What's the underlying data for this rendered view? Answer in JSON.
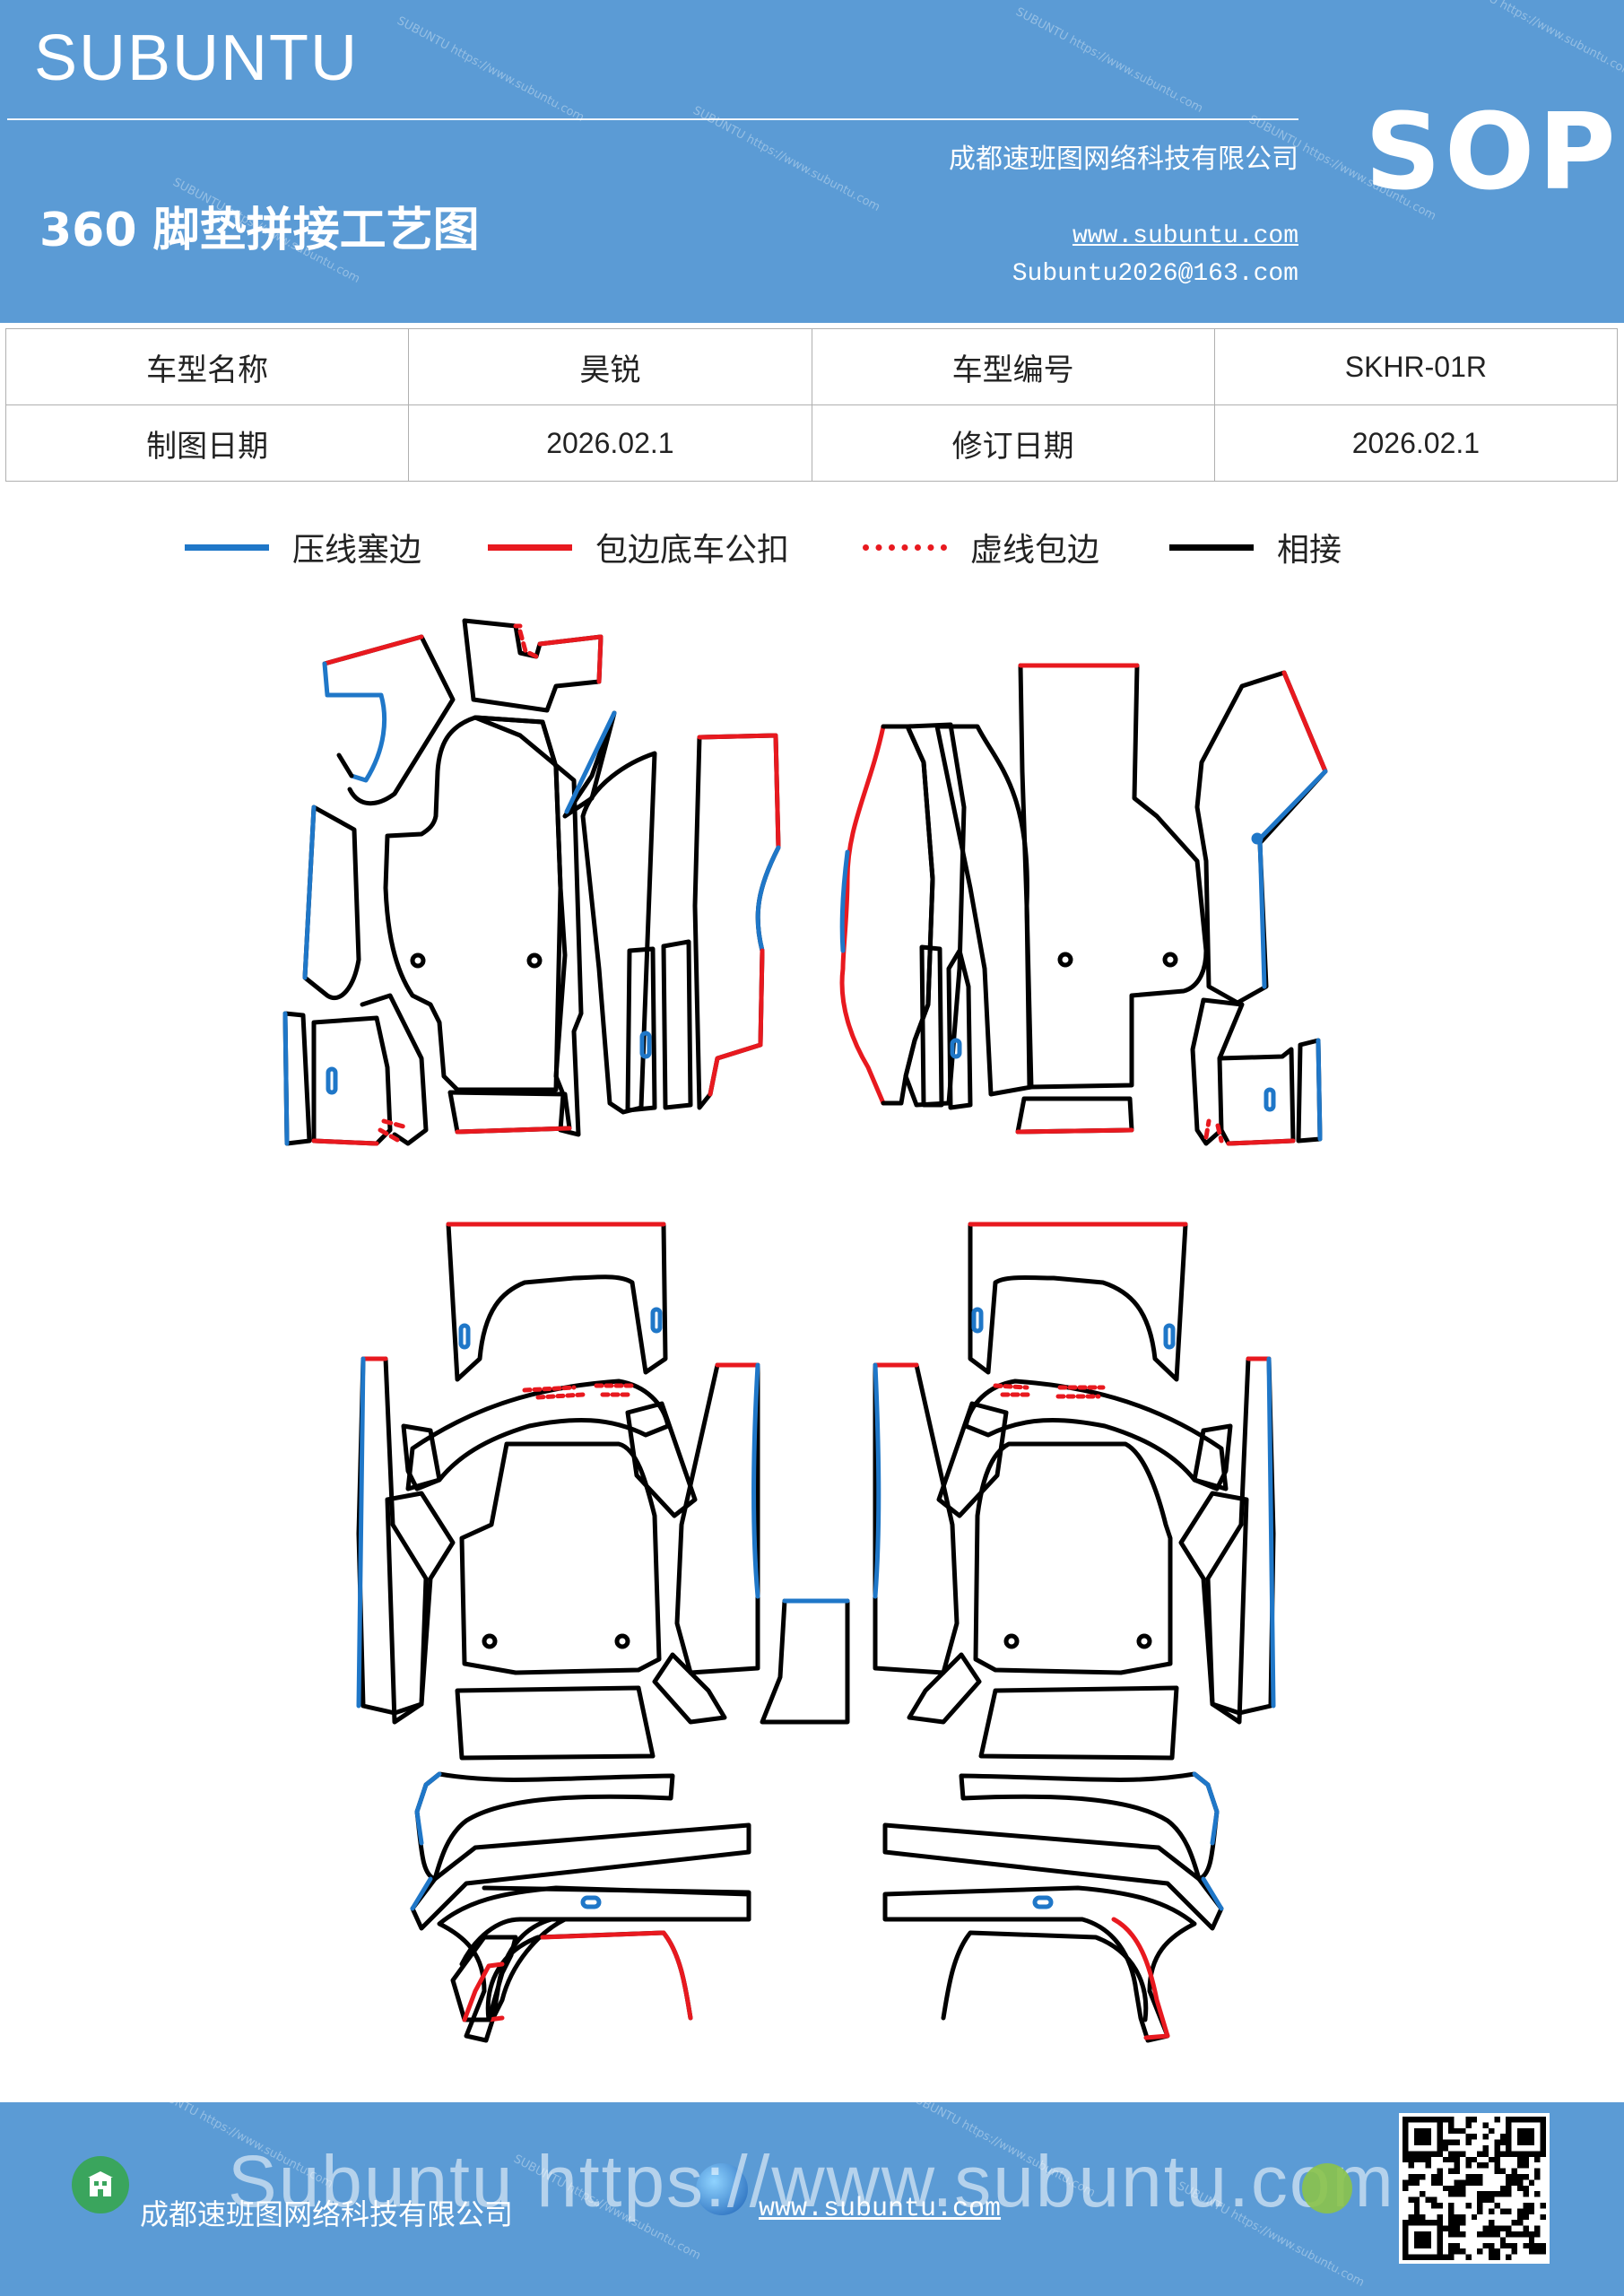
{
  "header": {
    "brand": "SUBUNTU",
    "title": "360 脚垫拼接工艺图",
    "company": "成都速班图网络科技有限公司",
    "website": "www.subuntu.com",
    "email": "Subuntu2026@163.com",
    "badge": "SOP"
  },
  "info_table": {
    "row1": {
      "label1": "车型名称",
      "value1": "昊锐",
      "label2": "车型编号",
      "value2": "SKHR-01R"
    },
    "row2": {
      "label1": "制图日期",
      "value1": "2026.02.1",
      "label2": "修订日期",
      "value2": "2026.02.1"
    }
  },
  "legend": [
    {
      "label": "压线塞边",
      "color": "#1f77c8",
      "style": "solid"
    },
    {
      "label": "包边底车公扣",
      "color": "#e8191f",
      "style": "solid"
    },
    {
      "label": "虚线包边",
      "color": "#e8191f",
      "style": "dashed"
    },
    {
      "label": "相接",
      "color": "#000000",
      "style": "solid"
    }
  ],
  "colors": {
    "header_bg": "#5b9bd5",
    "blue_edge": "#1f77c8",
    "red_edge": "#e8191f",
    "line": "#000000"
  },
  "footer": {
    "company": "成都速班图网络科技有限公司",
    "website": "www.subuntu.com",
    "overlay_text": "Subuntu https://www.subuntu.com",
    "icons": [
      "building-icon",
      "globe-icon",
      "wechat-icon",
      "qr-code"
    ]
  }
}
